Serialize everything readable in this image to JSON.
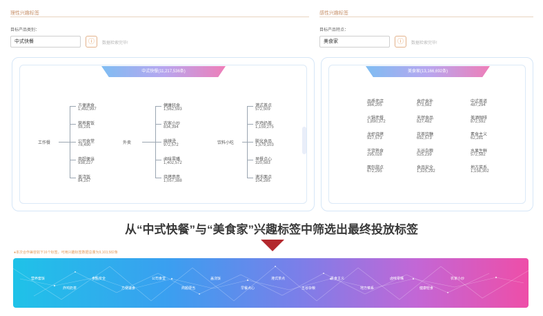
{
  "left": {
    "section_title": "理性兴趣标签",
    "field_label": "目标产品类别：",
    "input_value": "中式快餐",
    "status_text": "数据检索完毕!",
    "banner": "中式快餐(11,217,536条)",
    "groups": [
      {
        "root": "工作餐",
        "children": [
          {
            "name": "方便速食",
            "value": "1,492,997"
          },
          {
            "name": "营养套饭",
            "value": "58,291"
          },
          {
            "name": "公司食堂",
            "value": "78,490"
          },
          {
            "name": "商超便当",
            "value": "938,227"
          },
          {
            "name": "盖浇饭",
            "value": "84,257"
          }
        ]
      },
      {
        "root": "外卖",
        "children": [
          {
            "name": "健康轻食",
            "value": "1,562,593"
          },
          {
            "name": "农家小炒",
            "value": "834,394"
          },
          {
            "name": "麻辣烫",
            "value": "972,572"
          },
          {
            "name": "卤味零嘴",
            "value": "1,402,572"
          },
          {
            "name": "烧烤串串",
            "value": "1,057,388"
          }
        ]
      },
      {
        "root": "饮料小吃",
        "children": [
          {
            "name": "港式茶点",
            "value": "572,509"
          },
          {
            "name": "炸鸡奶茶",
            "value": "1,159,275"
          },
          {
            "name": "膨化食品",
            "value": "1,579,103"
          },
          {
            "name": "早餐点心",
            "value": "320,583"
          },
          {
            "name": "速冻面点",
            "value": "104,285"
          }
        ]
      }
    ]
  },
  "right": {
    "section_title": "感性兴趣标签",
    "field_label": "目标产品特点：",
    "input_value": "美食家",
    "status_text": "数据检索完毕!",
    "banner": "美食家(13,166,692条)",
    "items": [
      {
        "name": "品质老店",
        "value": "384,205"
      },
      {
        "name": "食疗食补",
        "value": "573,582"
      },
      {
        "name": "中式茶道",
        "value": "487,294"
      },
      {
        "name": "火锅老餐",
        "value": "1,890,372"
      },
      {
        "name": "天然食品",
        "value": "827,482"
      },
      {
        "name": "美酒咖啡",
        "value": "872,592"
      },
      {
        "name": "龙虾烧烤",
        "value": "927,573"
      },
      {
        "name": "花茶饮糖",
        "value": "692,573"
      },
      {
        "name": "素食主义",
        "value": "62,281"
      },
      {
        "name": "干货熟食",
        "value": "295,028"
      },
      {
        "name": "五谷杂粮",
        "value": "525,239"
      },
      {
        "name": "水果生鲜",
        "value": "572,582"
      },
      {
        "name": "面包甜点",
        "value": "672,295"
      },
      {
        "name": "食品安全",
        "value": "1,325,292"
      },
      {
        "name": "地方菜系",
        "value": "1,158,302"
      }
    ]
  },
  "headline": "从“中式快餐”与“美食家”兴趣标签中筛选出最终投放标签",
  "note": "●本次合作兼容如下16个标签，可用兴趣标签数据总量为9,103,582条",
  "result_tags": [
    "营养套饭",
    "炸鸡奶茶",
    "食品安全",
    "方便速食",
    "公司食堂",
    "商超便当",
    "盖浇饭",
    "早餐点心",
    "港式茶点",
    "五谷杂粮",
    "素食主义",
    "地方菜系",
    "卤味零嘴",
    "健康轻食",
    "农家小炒"
  ]
}
